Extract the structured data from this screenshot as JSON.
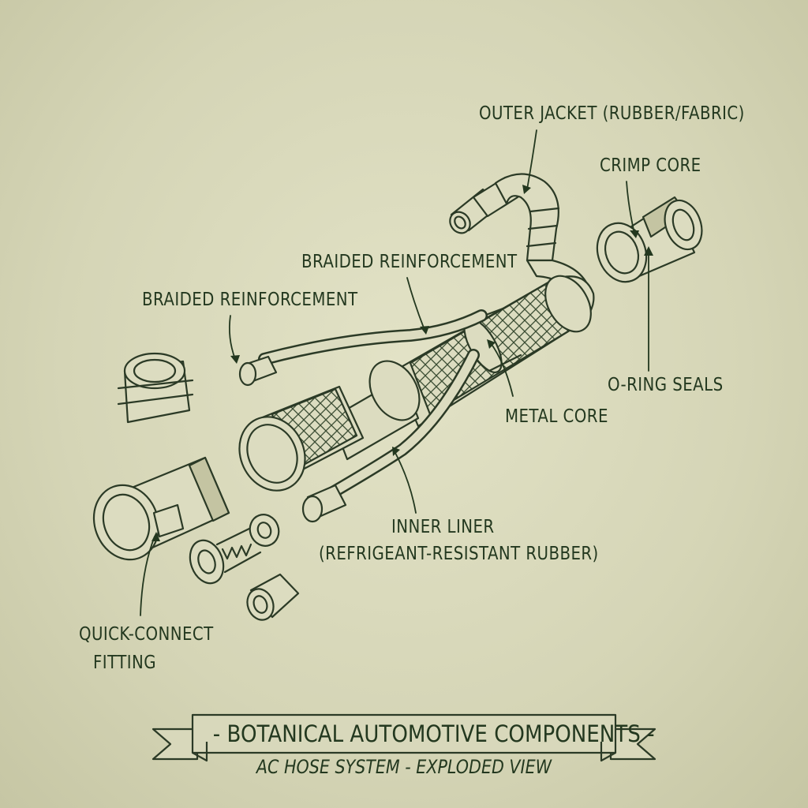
{
  "colors": {
    "ink": "#23381f",
    "paper": "#d7d7b9",
    "part_fill": "#dcdcc0",
    "part_shade": "#c4c4a2"
  },
  "labels": {
    "outer_jacket": "OUTER JACKET (RUBBER/FABRIC)",
    "crimp_core": "CRIMP CORE",
    "braided_reinforcement_top": "BRAIDED REINFORCEMENT",
    "braided_reinforcement_left": "BRAIDED REINFORCEMENT",
    "o_ring_seals": "O-RING SEALS",
    "metal_core": "METAL CORE",
    "inner_liner_line1": "INNER LINER",
    "inner_liner_line2": "(REFRIGEANT-RESISTANT RUBBER)",
    "quick_connect_line1": "QUICK-CONNECT",
    "quick_connect_line2": "FITTING"
  },
  "banner": {
    "title": "- BOTANICAL AUTOMOTIVE COMPONENTS -",
    "subtitle": "AC HOSE SYSTEM - EXPLODED VIEW"
  }
}
